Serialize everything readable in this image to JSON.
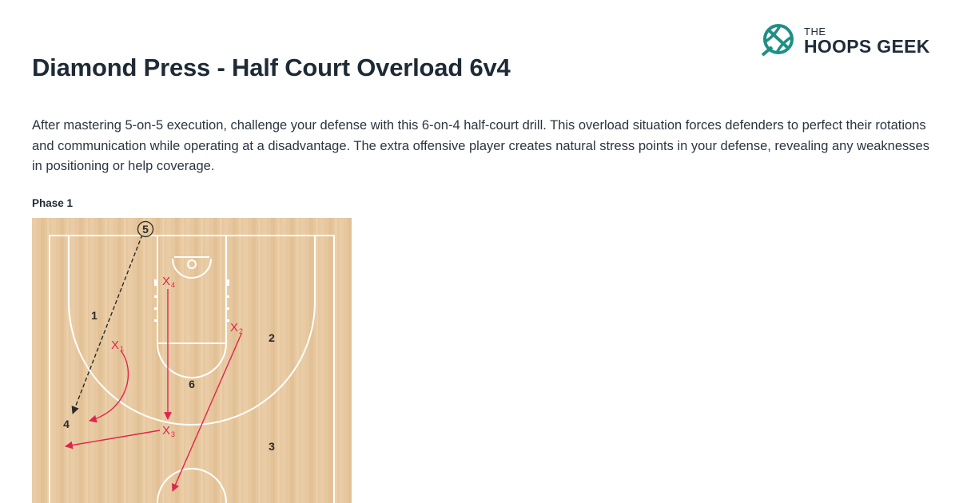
{
  "brand": {
    "small": "THE",
    "name": "HOOPS GEEK",
    "color": "#1f8f84"
  },
  "title": "Diamond Press - Half Court Overload 6v4",
  "description": "After mastering 5-on-5 execution, challenge your defense with this 6-on-4 half-court drill. This overload situation forces defenders to perfect their rotations and communication while operating at a disadvantage. The extra offensive player creates natural stress points in your defense, revealing any weaknesses in positioning or help coverage.",
  "phase_label": "Phase 1",
  "diagram": {
    "wood_color": "#e6c79e",
    "defense_color": "#e0244f",
    "offense_color": "#2a2a2a",
    "offense": [
      "1",
      "2",
      "3",
      "4",
      "5",
      "6"
    ],
    "defense": [
      {
        "mark": "X",
        "sub": "1"
      },
      {
        "mark": "X",
        "sub": "2"
      },
      {
        "mark": "X",
        "sub": "3"
      },
      {
        "mark": "X",
        "sub": "4"
      }
    ]
  }
}
